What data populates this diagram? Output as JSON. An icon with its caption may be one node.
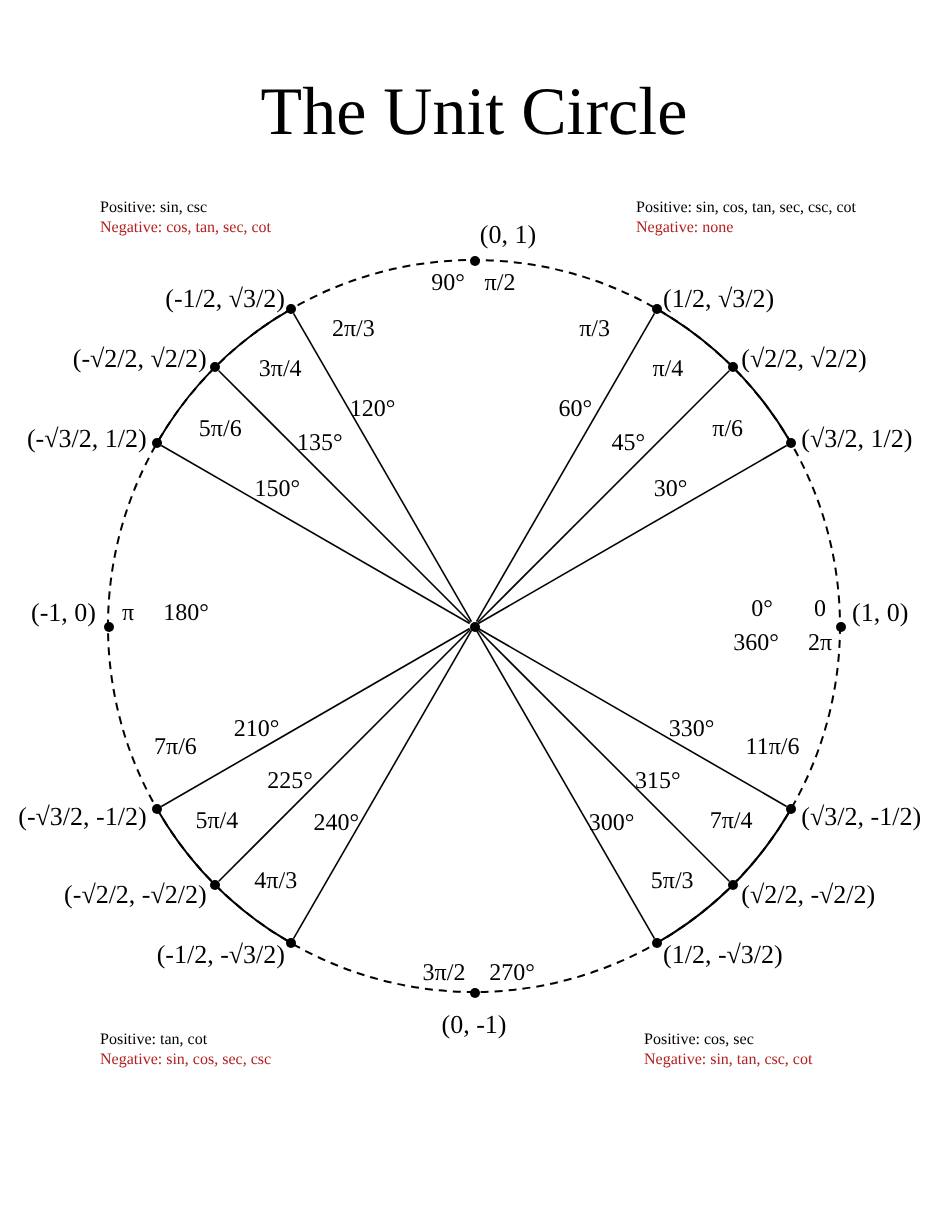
{
  "diagram": {
    "title": "The Unit Circle",
    "nodes": [
      {
        "text": [],
        "shape": "circle"
      },
      {
        "text": [],
        "shape": "circle",
        "beside": [
          "(1, 0)",
          "0",
          "2π",
          "0°",
          "360°"
        ]
      },
      {
        "text": [],
        "shape": "circle",
        "beside": [
          "(√3/2, 1/2)",
          "π/6",
          "30°"
        ]
      },
      {
        "text": [],
        "shape": "circle",
        "beside": [
          "(√2/2, √2/2)",
          "π/4",
          "45°"
        ]
      },
      {
        "text": [],
        "shape": "circle",
        "beside": [
          "(1/2, √3/2)",
          "π/3",
          "60°"
        ]
      },
      {
        "text": [],
        "shape": "circle",
        "beside": [
          "(0, 1)",
          "90°",
          "π/2"
        ]
      },
      {
        "text": [],
        "shape": "circle",
        "beside": [
          "(-1/2, √3/2)",
          "2π/3",
          "120°"
        ]
      },
      {
        "text": [],
        "shape": "circle",
        "beside": [
          "(-√2/2, √2/2)",
          "3π/4",
          "135°"
        ]
      },
      {
        "text": [],
        "shape": "circle",
        "beside": [
          "(-√3/2, 1/2)",
          "5π/6",
          "150°"
        ]
      },
      {
        "text": [],
        "shape": "circle",
        "beside": [
          "(-1, 0)",
          "π",
          "180°"
        ]
      },
      {
        "text": [],
        "shape": "circle",
        "beside": [
          "(-√3/2, -1/2)",
          "7π/6",
          "210°"
        ]
      },
      {
        "text": [],
        "shape": "circle",
        "beside": [
          "(-√2/2, -√2/2)",
          "5π/4",
          "225°"
        ]
      },
      {
        "text": [],
        "shape": "circle",
        "beside": [
          "(-1/2, -√3/2)",
          "4π/3",
          "240°"
        ]
      },
      {
        "text": [],
        "shape": "circle",
        "beside": [
          "3π/2",
          "270°",
          "(0, -1)"
        ]
      },
      {
        "text": [],
        "shape": "circle",
        "beside": [
          "(1/2, -√3/2)",
          "5π/3",
          "300°"
        ]
      },
      {
        "text": [],
        "shape": "circle",
        "beside": [
          "(√2/2, -√2/2)",
          "7π/4",
          "315°"
        ]
      },
      {
        "text": [],
        "shape": "circle",
        "beside": [
          "(√3/2, -1/2)",
          "11π/6",
          "330°"
        ]
      }
    ],
    "edges": [
      {
        "from": 0,
        "to": 2,
        "arrow": "none"
      },
      {
        "from": 0,
        "to": 3,
        "arrow": "none"
      },
      {
        "from": 0,
        "to": 4,
        "arrow": "none"
      },
      {
        "from": 0,
        "to": 6,
        "arrow": "none"
      },
      {
        "from": 0,
        "to": 7,
        "arrow": "none"
      },
      {
        "from": 0,
        "to": 8,
        "arrow": "none"
      },
      {
        "from": 0,
        "to": 10,
        "arrow": "none"
      },
      {
        "from": 0,
        "to": 11,
        "arrow": "none"
      },
      {
        "from": 0,
        "to": 12,
        "arrow": "none"
      },
      {
        "from": 0,
        "to": 14,
        "arrow": "none"
      },
      {
        "from": 0,
        "to": 15,
        "arrow": "none"
      },
      {
        "from": 0,
        "to": 16,
        "arrow": "none"
      }
    ],
    "labels": [
      "Positive: sin, csc",
      "Negative: cos, tan, sec, cot",
      "Positive: sin, cos, tan, sec, csc, cot",
      "Negative: none",
      "Positive: tan, cot",
      "Negative: sin, cos, sec, csc",
      "Positive: cos, sec",
      "Negative: sin, tan, csc, cot"
    ]
  }
}
